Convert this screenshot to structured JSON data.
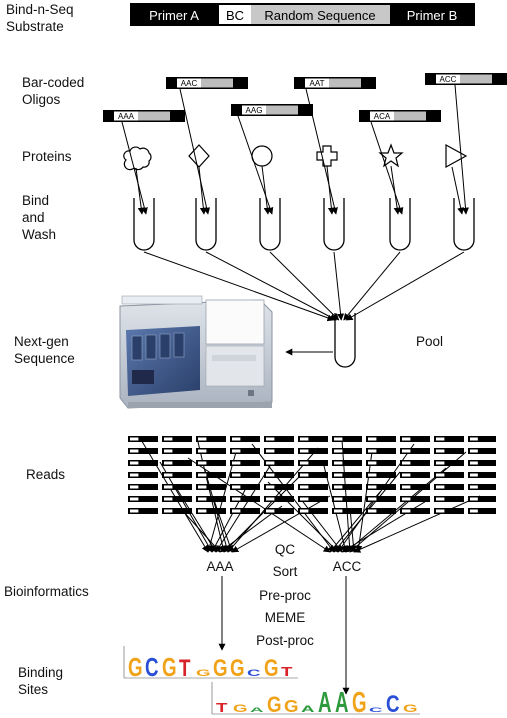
{
  "labels": {
    "substrate": "Bind-n-Seq\nSubstrate",
    "oligos": "Bar-coded\nOligos",
    "proteins": "Proteins",
    "bind_wash": "Bind\nand\nWash",
    "next_gen": "Next-gen\nSequence",
    "pool": "Pool",
    "reads": "Reads",
    "bioinformatics": "Bioinformatics",
    "binding_sites": "Binding\nSites"
  },
  "substrate_bar": {
    "primer_a": "Primer A",
    "bc": "BC",
    "random": "Random Sequence",
    "primer_b": "Primer B"
  },
  "barcodes": [
    "AAA",
    "AAC",
    "AAG",
    "AAT",
    "ACA",
    "ACC"
  ],
  "protein_shapes": [
    "cloud-icon",
    "diamond-icon",
    "circle-icon",
    "cross-icon",
    "star-icon",
    "triangle-icon"
  ],
  "bins": [
    "AAA",
    "ACC"
  ],
  "pipeline_steps": [
    "QC",
    "Sort",
    "Pre-proc",
    "MEME",
    "Post-proc"
  ],
  "motifs": {
    "aaa": "GCGTGGGCGT",
    "acc": "TGAGGAAAGCCG"
  },
  "colors": {
    "A": "#2e9a3e",
    "C": "#2a4fd6",
    "G": "#f0a319",
    "T": "#d8232a",
    "instrument_body": "#c9d0da",
    "instrument_panel": "#3c5a8f"
  }
}
